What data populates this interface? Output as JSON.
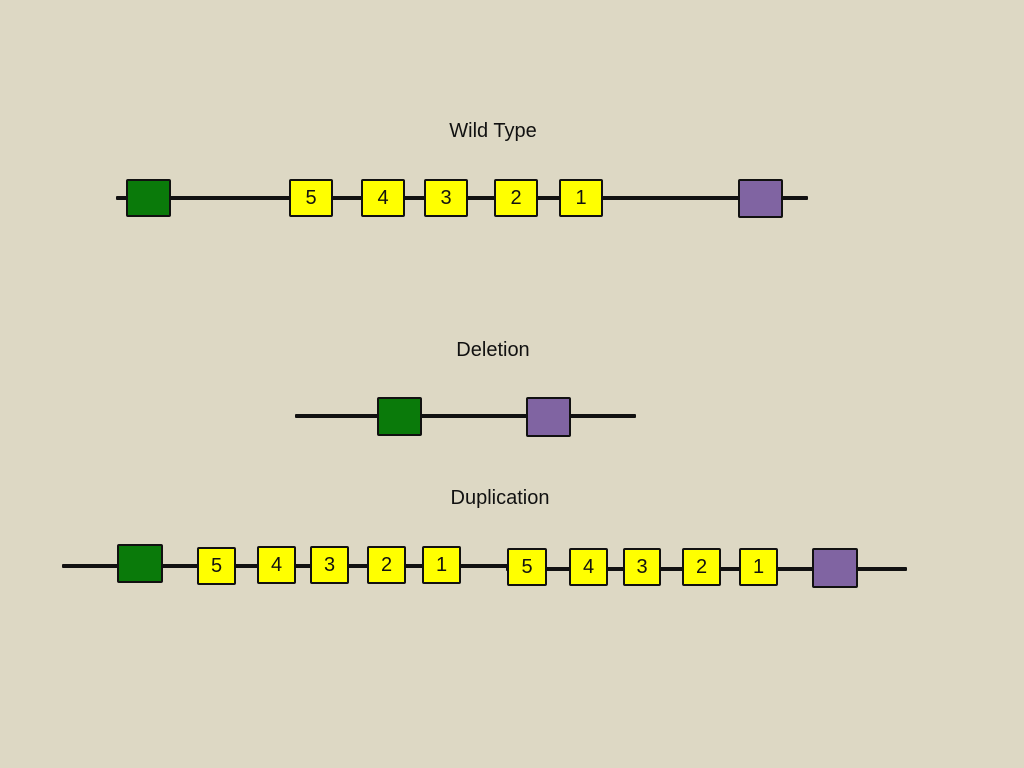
{
  "colors": {
    "background": "#ddd8c4",
    "flank_left": "#0a7a0a",
    "flank_right": "#8064a2",
    "exon": "#ffff00",
    "line": "#111111"
  },
  "wild_type": {
    "title": "Wild Type",
    "exons": [
      "5",
      "4",
      "3",
      "2",
      "1"
    ]
  },
  "deletion": {
    "title": "Deletion"
  },
  "duplication": {
    "title": "Duplication",
    "exons_copy1": [
      "5",
      "4",
      "3",
      "2",
      "1"
    ],
    "exons_copy2": [
      "5",
      "4",
      "3",
      "2",
      "1"
    ]
  }
}
